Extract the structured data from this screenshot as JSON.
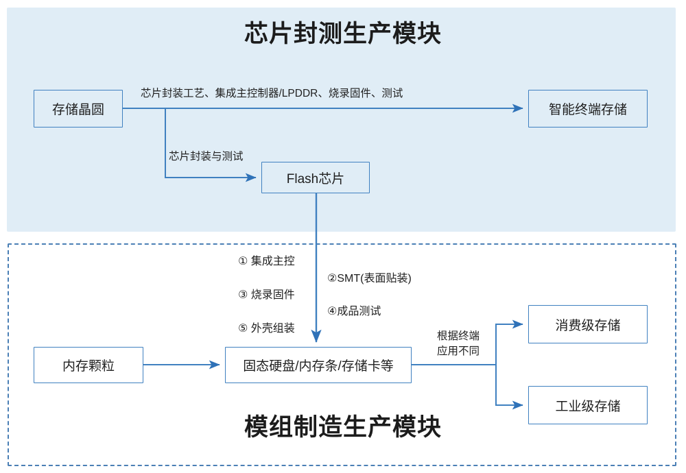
{
  "diagram": {
    "title_chip_section": "芯片封测生产模块",
    "title_module_section": "模组制造生产模块",
    "accent_color": "#3f80c0",
    "panel_fill": "#e0edf6",
    "dashed_border_color": "#4a7fb5"
  },
  "nodes": {
    "wafer": "存储晶圆",
    "smart_terminal_storage": "智能终端存储",
    "flash_chip": "Flash芯片",
    "memory_die": "内存颗粒",
    "module_products": "固态硬盘/内存条/存储卡等",
    "consumer_storage": "消费级存储",
    "industrial_storage": "工业级存储"
  },
  "edge_labels": {
    "wafer_to_smart": "芯片封装工艺、集成主控制器/LPDDR、烧录固件、测试",
    "wafer_to_flash": "芯片封装与测试",
    "split_condition_line1": "根据终端",
    "split_condition_line2": "应用不同"
  },
  "steps": [
    {
      "id": "step-1",
      "label": "① 集成主控"
    },
    {
      "id": "step-2",
      "label": "②SMT(表面贴装)"
    },
    {
      "id": "step-3",
      "label": "③ 烧录固件"
    },
    {
      "id": "step-4",
      "label": "④成品测试"
    },
    {
      "id": "step-5",
      "label": "⑤ 外壳组装"
    }
  ]
}
